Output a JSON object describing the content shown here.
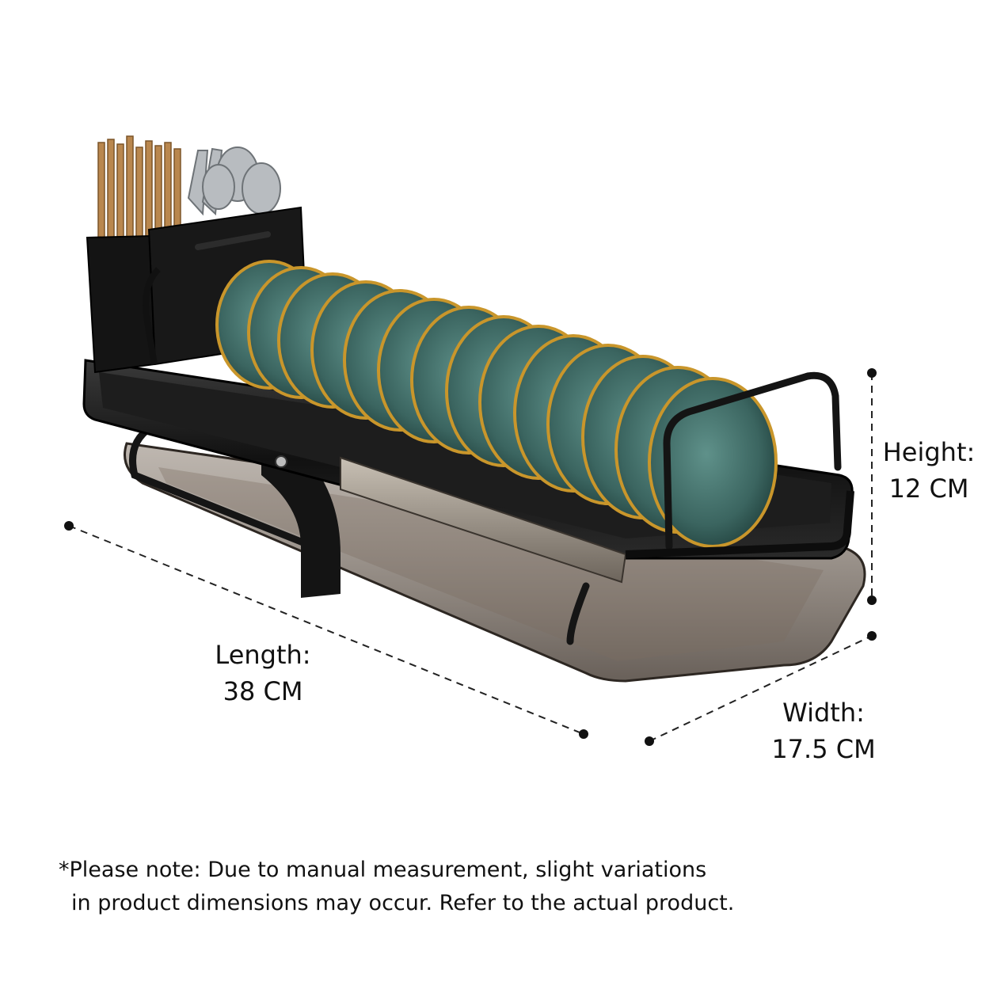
{
  "colors": {
    "background": "#ffffff",
    "rack_frame": "#1a1a1a",
    "plate": "#3e6b66",
    "plate_rim": "#c9962b",
    "tray": "#6b5f55",
    "chopsticks": "#b9874e",
    "cutlery": "#b8bcc0"
  },
  "dimensions": {
    "length": {
      "label": "Length:",
      "value": "38 CM"
    },
    "width": {
      "label": "Width:",
      "value": "17.5 CM"
    },
    "height": {
      "label": "Height:",
      "value": "12 CM"
    }
  },
  "note": {
    "line1": "*Please note: Due to manual measurement, slight variations",
    "line2": "in product dimensions may occur. Refer to the actual product."
  }
}
